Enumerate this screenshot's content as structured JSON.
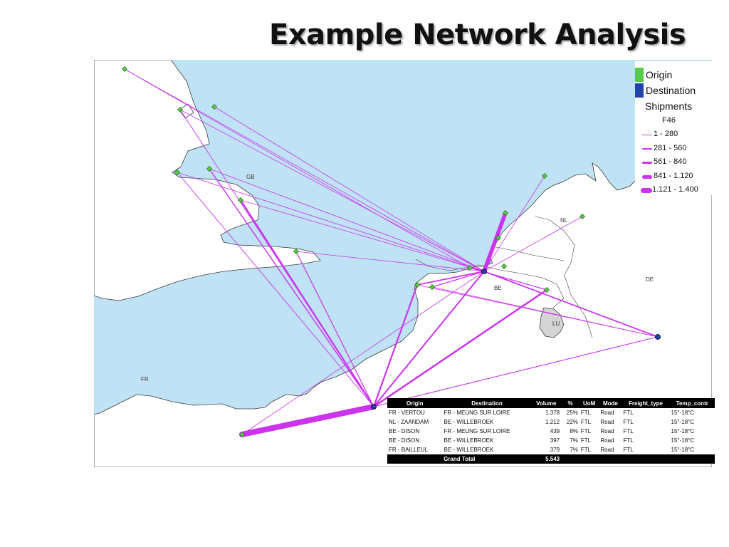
{
  "title": "Example Network Analysis",
  "colors": {
    "sea": "#bfe3f5",
    "land": "#ffffff",
    "coast": "#3a3a3a",
    "luxembourg": "#d4d4d4",
    "route": "#cc33ee",
    "origin": "#55cc44",
    "destination": "#2244aa"
  },
  "map": {
    "country_labels": [
      "GB",
      "NL",
      "BE",
      "DE",
      "LU",
      "FR"
    ]
  },
  "legend": {
    "origin_label": "Origin",
    "destination_label": "Destination",
    "shipments_label": "Shipments",
    "field": "F46",
    "ranges": [
      "1 - 280",
      "281 - 560",
      "561 - 840",
      "841 - 1.120",
      "1.121 - 1.400"
    ]
  },
  "table": {
    "headers": [
      "Origin",
      "Destination",
      "Volume",
      "%",
      "UoM",
      "Mode",
      "Freight_type",
      "Temp_contr"
    ],
    "rows": [
      [
        "FR - VERTOU",
        "FR - MEUNG SUR LOIRE",
        "1.378",
        "25%",
        "FTL",
        "Road",
        "FTL",
        "15°-18°C"
      ],
      [
        "NL - ZAANDAM",
        "BE - WILLEBROEK",
        "1.212",
        "22%",
        "FTL",
        "Road",
        "FTL",
        "15°-18°C"
      ],
      [
        "BE - DISON",
        "FR - MEUNG SUR LOIRE",
        "439",
        "8%",
        "FTL",
        "Road",
        "FTL",
        "15°-18°C"
      ],
      [
        "BE - DISON",
        "BE - WILLEBROEK",
        "397",
        "7%",
        "FTL",
        "Road",
        "FTL",
        "15°-18°C"
      ],
      [
        "FR - BAILLEUL",
        "BE - WILLEBROEK",
        "379",
        "7%",
        "FTL",
        "Road",
        "FTL",
        "15°-18°C"
      ]
    ],
    "total_label": "Grand Total",
    "total_value": "5.543"
  }
}
